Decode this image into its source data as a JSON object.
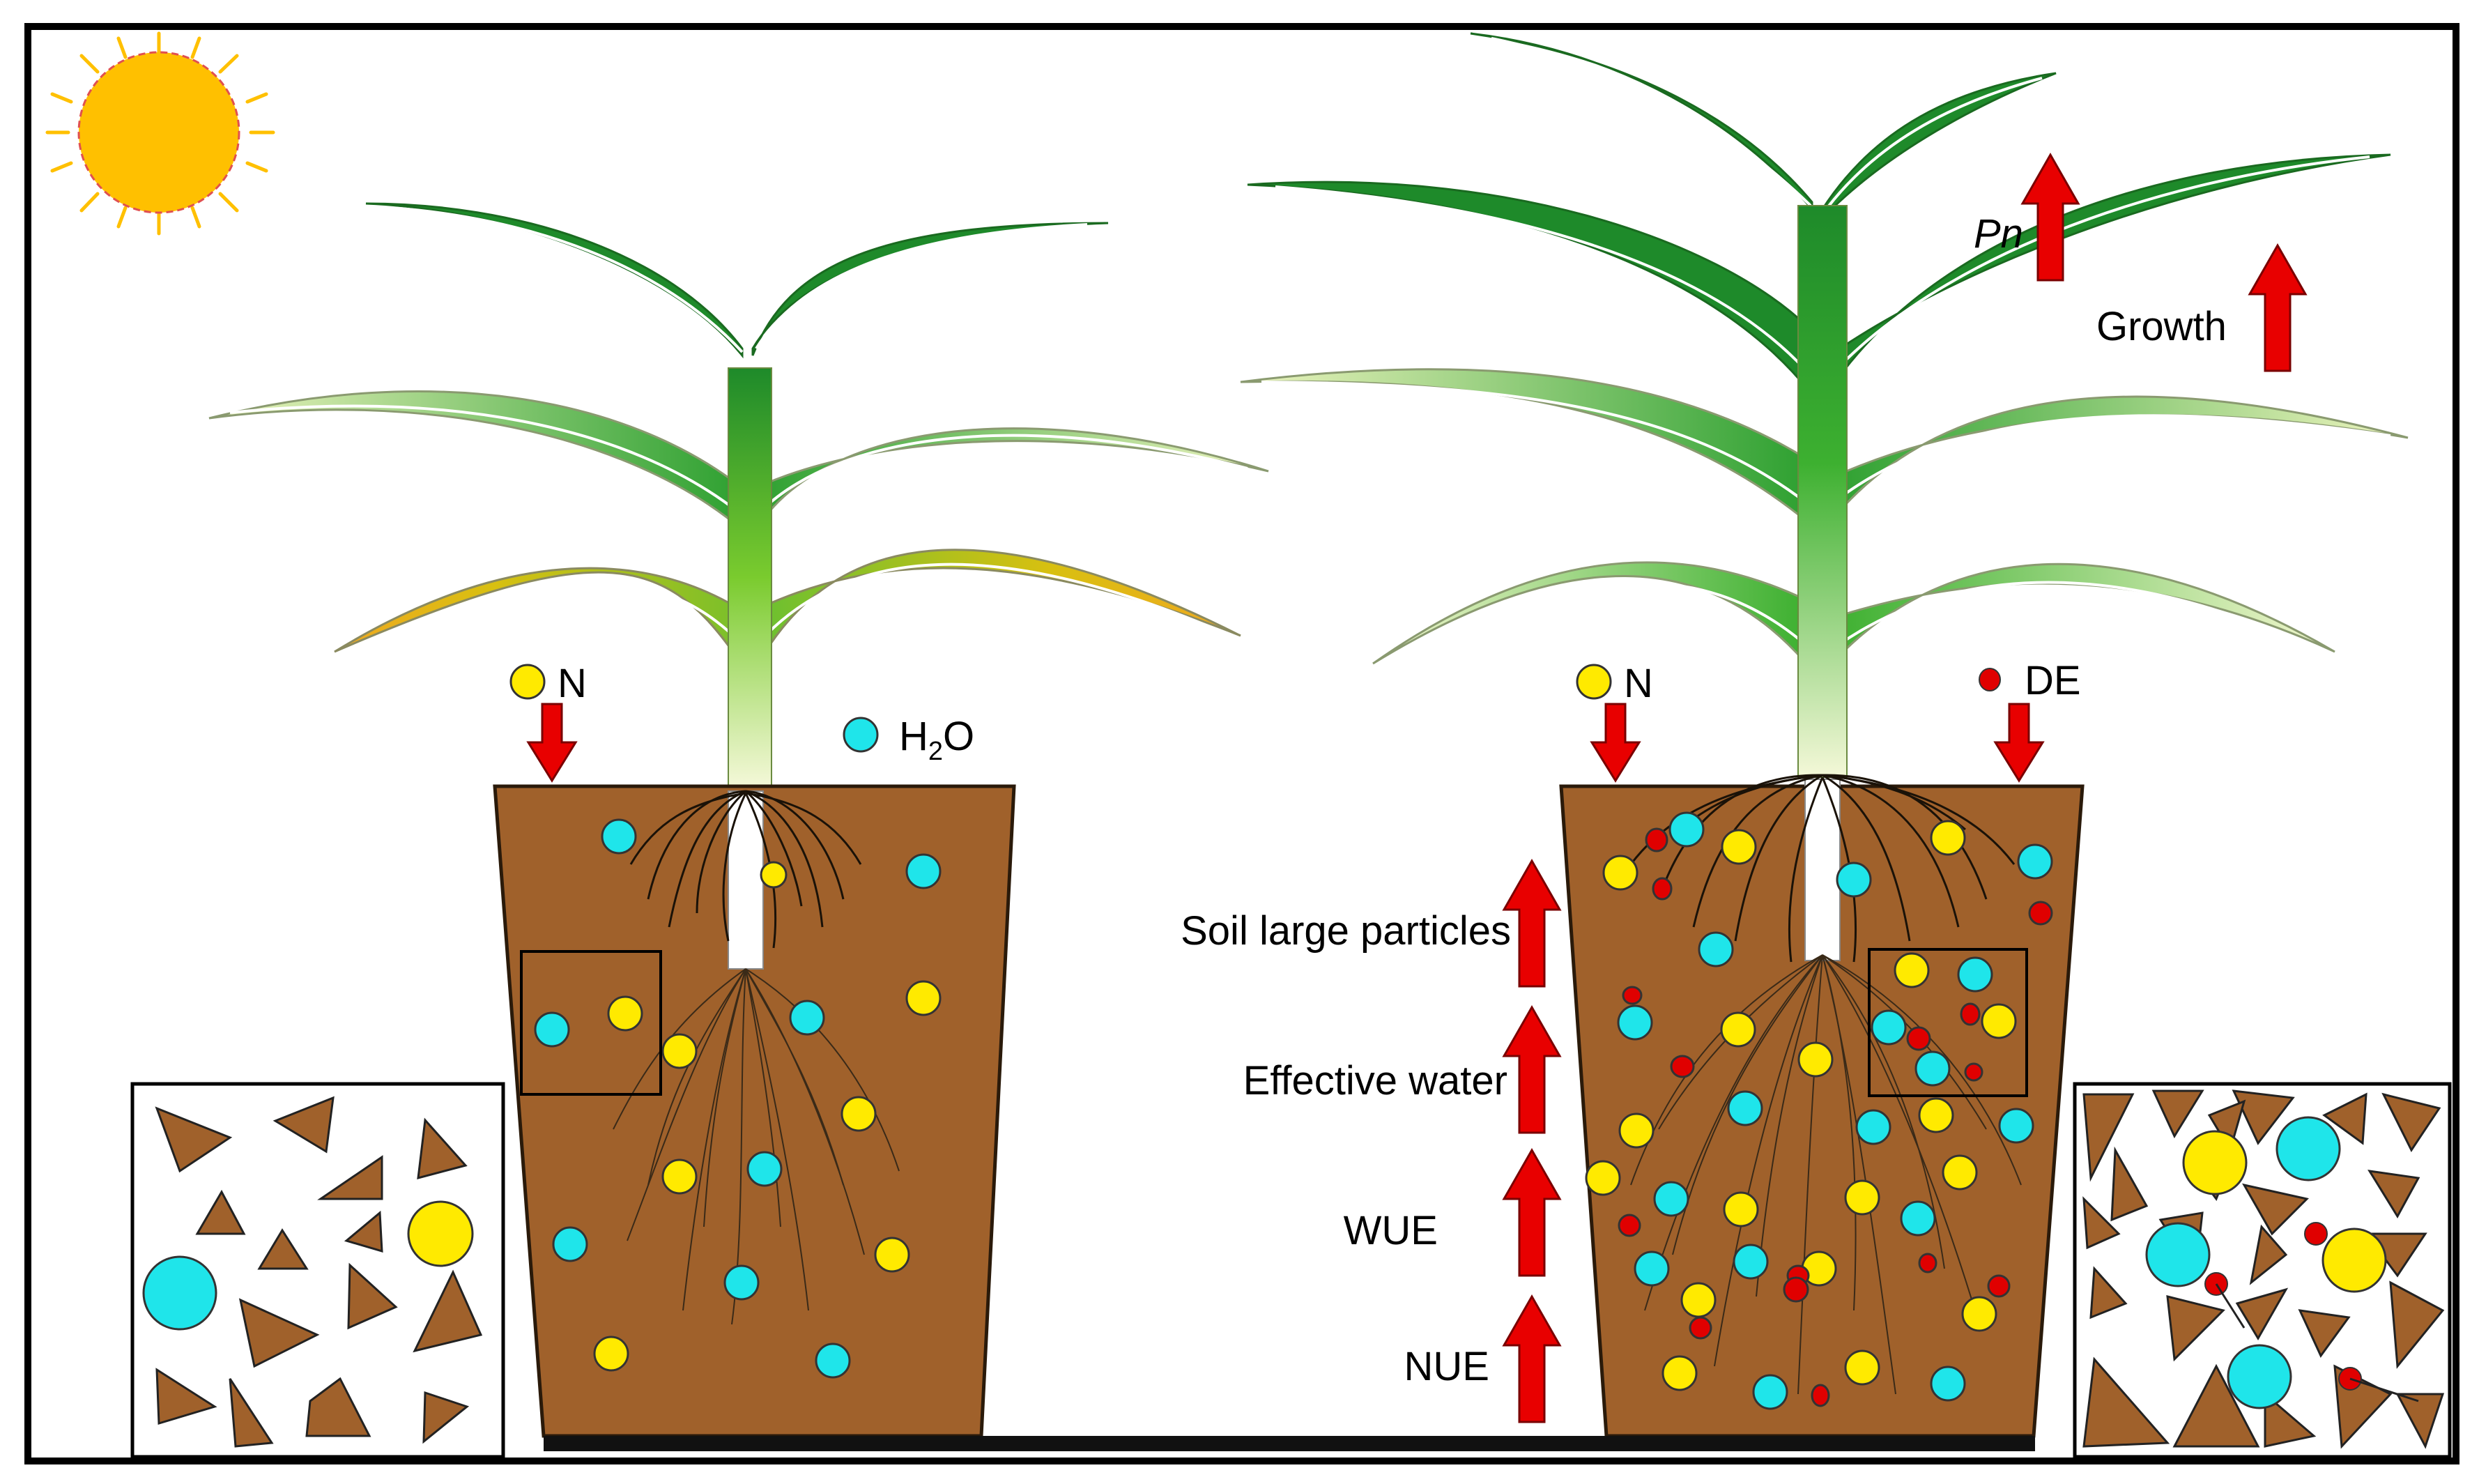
{
  "labels": {
    "n_left": "N",
    "h2o_main": "H",
    "h2o_sub": "2",
    "h2o_tail": "O",
    "n_right": "N",
    "de": "DE",
    "pn": "Pn",
    "growth": "Growth",
    "soil_large_particles": "Soil large particles",
    "effective_water": "Effective water",
    "wue": "WUE",
    "nue": "NUE"
  },
  "colors": {
    "soil": "#A0612B",
    "nitrogen": "#FFEA00",
    "water": "#1FE5EA",
    "de": "#E00000",
    "arrow": "#E80000",
    "sun": "#FFC000",
    "leaf_dark": "#1E8A2A",
    "leaf_light": "#7ACB2E",
    "leaf_yellow": "#E0C000"
  },
  "icons": [
    "sun-icon",
    "up-arrow-icon",
    "down-arrow-icon"
  ]
}
